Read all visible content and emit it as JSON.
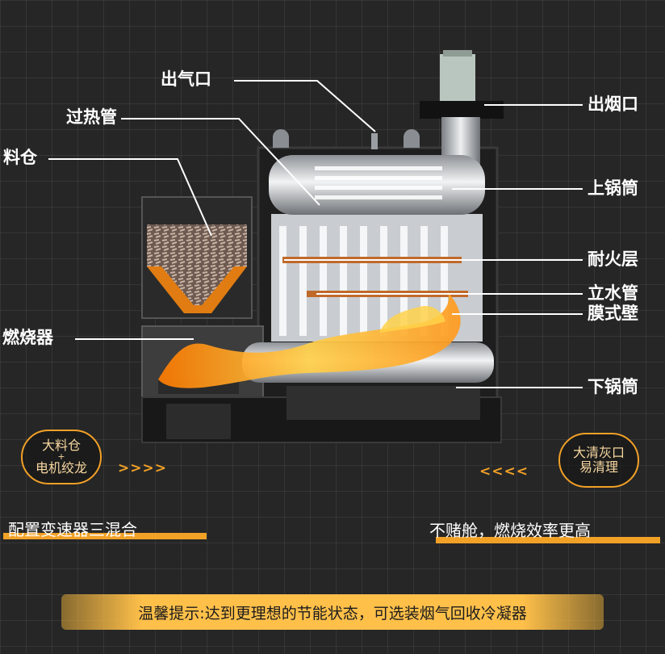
{
  "labels": {
    "outlet_gas": "出气口",
    "superheater": "过热管",
    "hopper": "料仓",
    "burner": "燃烧器",
    "chimney": "出烟口",
    "upper_drum": "上锅筒",
    "refractory": "耐火层",
    "riser": "立水管",
    "membrane_wall": "膜式壁",
    "lower_drum": "下锅筒"
  },
  "left_bubble": {
    "line1": "大料仓",
    "plus": "+",
    "line2": "电机绞龙"
  },
  "right_bubble": {
    "line1": "大清灰口",
    "line2": "易清理"
  },
  "left_arrows": ">>>>",
  "right_arrows": "<<<<",
  "left_note": "配置变速器三混合",
  "right_note": "不赌舱，燃烧效率更高",
  "tip": "温馨提示:达到更理想的节能状态，可选装烟气回收冷凝器",
  "colors": {
    "accent": "#f2a127",
    "tip_bg": "#ffc04a"
  }
}
